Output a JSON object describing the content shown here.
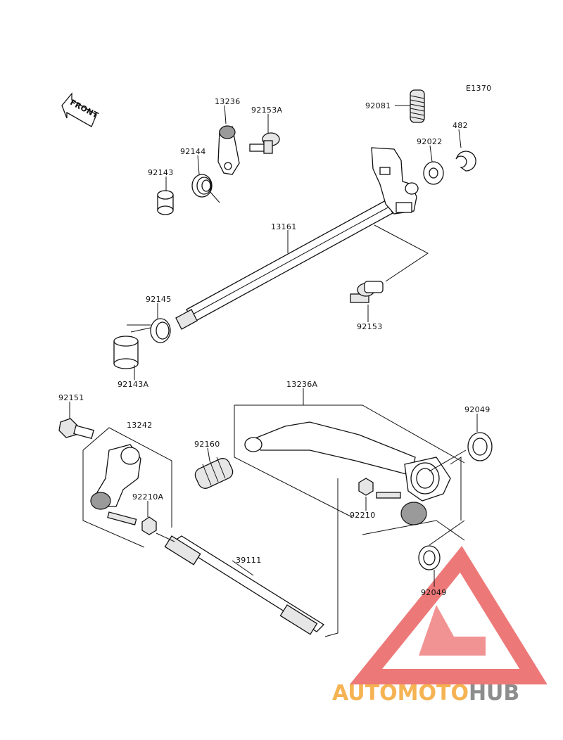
{
  "diagram": {
    "code": "E1370",
    "front_label": "FRONT",
    "labels": [
      {
        "id": "p13236",
        "text": "13236"
      },
      {
        "id": "p92153A",
        "text": "92153A"
      },
      {
        "id": "p92144",
        "text": "92144"
      },
      {
        "id": "p92143",
        "text": "92143"
      },
      {
        "id": "p92081",
        "text": "92081"
      },
      {
        "id": "p92022",
        "text": "92022"
      },
      {
        "id": "p482",
        "text": "482"
      },
      {
        "id": "p13161",
        "text": "13161"
      },
      {
        "id": "p92145",
        "text": "92145"
      },
      {
        "id": "p92153",
        "text": "92153"
      },
      {
        "id": "p92143A",
        "text": "92143A"
      },
      {
        "id": "p92151",
        "text": "92151"
      },
      {
        "id": "p13242",
        "text": "13242"
      },
      {
        "id": "p13236A",
        "text": "13236A"
      },
      {
        "id": "p92049a",
        "text": "92049"
      },
      {
        "id": "p92160",
        "text": "92160"
      },
      {
        "id": "p92210A",
        "text": "92210A"
      },
      {
        "id": "p92210",
        "text": "92210"
      },
      {
        "id": "p39111",
        "text": "39111"
      },
      {
        "id": "p92049b",
        "text": "92049"
      }
    ]
  },
  "watermark": {
    "part1": "AUTOMOTO",
    "part2": "HUB",
    "color_red": "#e84b4b",
    "color_orange": "#f4a636",
    "color_gray": "#7a7a7a"
  }
}
